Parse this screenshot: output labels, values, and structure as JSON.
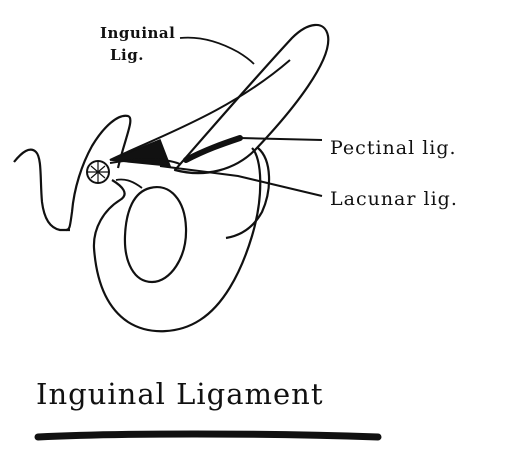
{
  "labels": {
    "inguinal_line1": "Inguinal",
    "inguinal_line2": "Lig.",
    "pectinal": "Pectinal lig.",
    "lacunar": "Lacunar lig."
  },
  "title": "Inguinal Ligament",
  "colors": {
    "ink": "#111111",
    "background": "#ffffff"
  }
}
